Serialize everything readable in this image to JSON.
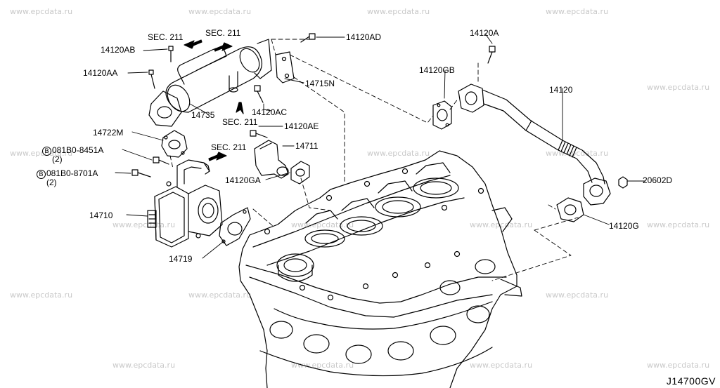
{
  "diagram_code": "J14700GV",
  "watermark": "www.epcdata.ru",
  "labels": {
    "sec211_a": "SEC. 211",
    "sec211_b": "SEC. 211",
    "sec211_c": "SEC. 211",
    "sec211_d": "SEC. 211",
    "p14120AB": "14120AB",
    "p14120AA": "14120AA",
    "p14120AD": "14120AD",
    "p14120A": "14120A",
    "p14120GB": "14120GB",
    "p14715N": "14715N",
    "p14120AC": "14120AC",
    "p14735": "14735",
    "p14120": "14120",
    "p14722M": "14722M",
    "p14120AE": "14120AE",
    "p14711": "14711",
    "p14120GA": "14120GA",
    "p20602D": "20602D",
    "p14710": "14710",
    "p14719": "14719",
    "p14120G": "14120G",
    "bolt1_prefix": "B",
    "bolt1_part": "081B0-8451A",
    "bolt1_qty": "(2)",
    "bolt2_prefix": "B",
    "bolt2_part": "081B0-8701A",
    "bolt2_qty": "(2)"
  },
  "colors": {
    "line": "#000000",
    "watermark": "#c9c9c9",
    "background": "#ffffff"
  }
}
